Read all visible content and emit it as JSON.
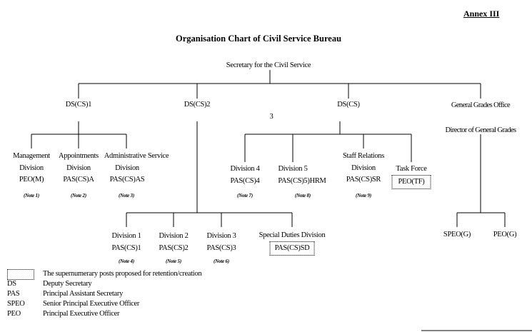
{
  "annex": "Annex III",
  "title": "Organisation Chart of Civil Service Bureau",
  "root": "Secretary for the Civil Service",
  "level1": {
    "ds1": "DS(CS)1",
    "ds2": "DS(CS)2",
    "ds": "DS(CS)",
    "ggo": "General Grades Office"
  },
  "ds_number": "3",
  "ggo_director": "Director of General Grades",
  "ds1_children": [
    {
      "line1": "Management",
      "line2": "Division",
      "post": "PEO(M)",
      "note": "(Note 1)"
    },
    {
      "line1": "Appointments",
      "line2": "Division",
      "post": "PAS(CS)A",
      "note": "(Note 2)"
    },
    {
      "line1": "Administrative Service",
      "line2": "Division",
      "post": "PAS(CS)AS",
      "note": "(Note 3)"
    }
  ],
  "ds_children": [
    {
      "line1": "Division 4",
      "post": "PAS(CS)4",
      "note": "(Note 7)"
    },
    {
      "line1": "Division 5",
      "post": "PAS(CS)5)HRM",
      "note": "(Note 8)"
    },
    {
      "line1": "Staff Relations",
      "line2": "Division",
      "post": "PAS(CS)SR",
      "note": "(Note 9)"
    },
    {
      "line1": "Task Force",
      "post": "PEO(TF)"
    }
  ],
  "ds2_children": [
    {
      "line1": "Division 1",
      "post": "PAS(CS)1",
      "note": "(Note 4)"
    },
    {
      "line1": "Division 2",
      "post": "PAS(CS)2",
      "note": "(Note 5)"
    },
    {
      "line1": "Division 3",
      "post": "PAS(CS)3",
      "note": "(Note 6)"
    },
    {
      "line1": "Special Duties Division",
      "post": "PAS(CS)SD"
    }
  ],
  "ggo_children": [
    "SPEO(G)",
    "PEO(G)"
  ],
  "legend": [
    {
      "abbr": "",
      "text": "The supernumerary posts proposed for retention/creation"
    },
    {
      "abbr": "DS",
      "text": "Deputy Secretary"
    },
    {
      "abbr": "PAS",
      "text": "Principal Assistant Secretary"
    },
    {
      "abbr": "SPEO",
      "text": "Senior Principal Executive Officer"
    },
    {
      "abbr": "PEO",
      "text": "Principal Executive Officer"
    }
  ]
}
